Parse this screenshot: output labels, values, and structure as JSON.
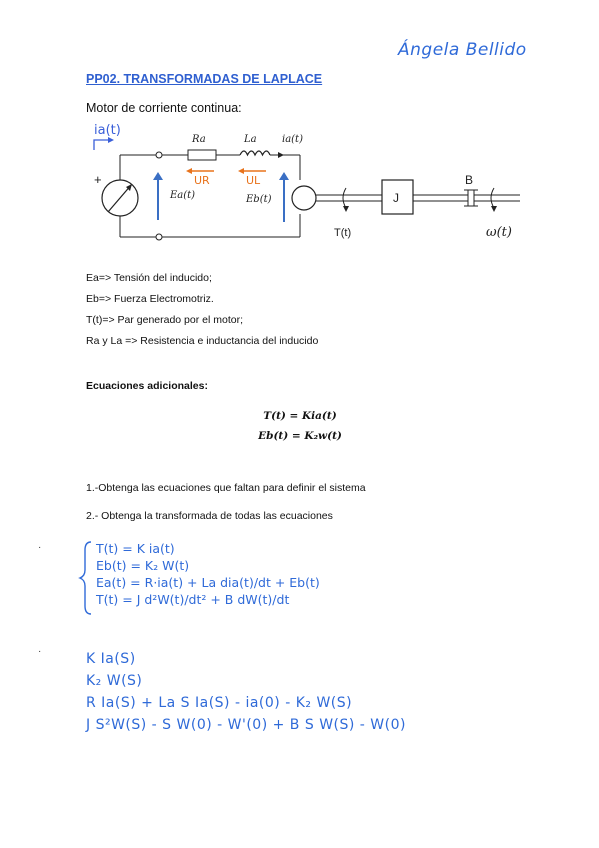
{
  "signature": "Ángela Bellido",
  "title": "PP02. TRANSFORMADAS DE LAPLACE",
  "subtitle": "Motor de corriente continua:",
  "circuit": {
    "ia_handwritten": "ia(t)",
    "ra_label": "Ra",
    "la_label": "La",
    "ia_label": "ia(t)",
    "ea_label": "Ea(t)",
    "eb_label": "Eb(t)",
    "ur_label": "UR",
    "ul_label": "UL",
    "plus": "+",
    "j_label": "J",
    "b_label": "B",
    "torque_label": "T(t)",
    "omega_label": "ω(t)"
  },
  "definitions": [
    "Ea=> Tensión del inducido;",
    "Eb=> Fuerza Electromotriz.",
    "T(t)=> Par generado por el motor;",
    "Ra y La => Resistencia e inductancia del inducido"
  ],
  "extra_equations": {
    "heading": "Ecuaciones adicionales:",
    "eq1": "T(t) = Kia(t)",
    "eq2": "Eb(t) = K₂w(t)"
  },
  "questions": {
    "q1": "1.-Obtenga las ecuaciones que faltan para definir el sistema",
    "q2": "2.- Obtenga la transformada de todas las ecuaciones"
  },
  "handwritten_answers_1": [
    "T(t) = K ia(t)",
    "Eb(t) = K₂ W(t)",
    "Ea(t) = R·ia(t) + La dia(t)/dt + Eb(t)",
    "T(t) = J d²W(t)/dt² + B dW(t)/dt"
  ],
  "handwritten_answers_2": [
    "K Ia(S)",
    "K₂ W(S)",
    "R Ia(S) + La S Ia(S) - ia(0) - K₂ W(S)",
    "J S²W(S) - S W(0) - W'(0) + B S W(S) - W(0)"
  ],
  "bullets": [
    "·",
    "·"
  ],
  "colors": {
    "accent_blue": "#2f5fd0",
    "handwriting_blue": "#2f6ad8",
    "arrow_orange": "#e8731c",
    "arrow_blue": "#3a6fc4"
  }
}
